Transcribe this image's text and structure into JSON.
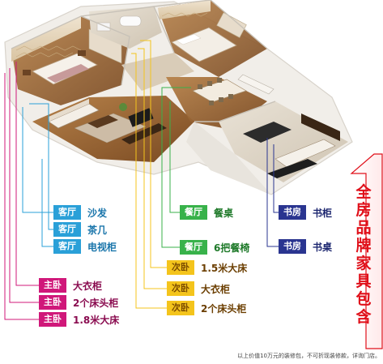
{
  "banner": {
    "text": "全房品牌家具包含",
    "color": "#e0101a"
  },
  "groups": {
    "living_room": {
      "room": "客厅",
      "color": "#2aa0d8",
      "items": [
        "沙发",
        "茶几",
        "电视柜"
      ]
    },
    "dining_room": {
      "room": "餐厅",
      "color": "#38b24a",
      "items": [
        "餐桌",
        "6把餐椅"
      ]
    },
    "study": {
      "room": "书房",
      "color": "#2a3590",
      "items": [
        "书柜",
        "书桌"
      ]
    },
    "master_bedroom": {
      "room": "主卧",
      "color": "#d0187a",
      "items": [
        "大衣柜",
        "2个床头柜",
        "1.8米大床"
      ]
    },
    "second_bedroom": {
      "room": "次卧",
      "color": "#f4c41c",
      "items": [
        "1.5米大床",
        "大衣柜",
        "2个床头柜"
      ]
    }
  },
  "footnote": "以上价值10万元的装修包，不可折现装修款，详询门店。"
}
